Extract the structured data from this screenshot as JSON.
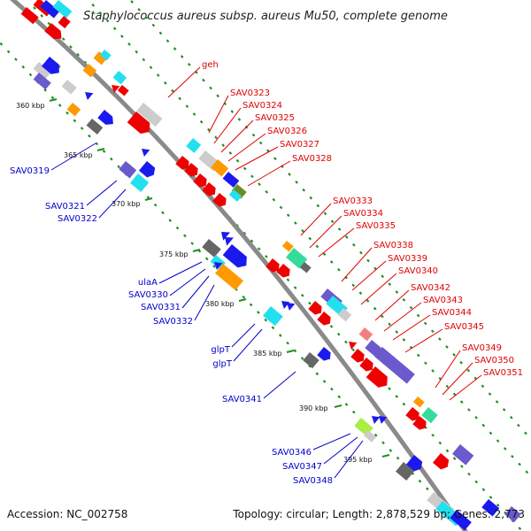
{
  "title": "Staphylococcus aureus subsp. aureus Mu50, complete genome",
  "footer": {
    "accession": "Accession: NC_002758",
    "topology": "Topology: circular; Length: 2,878,529 bp; Genes: 2,773"
  },
  "colors": {
    "backbone": "#8a8a8a",
    "dotted_track": "#1f8f1f",
    "label_red": "#e00000",
    "label_blue": "#0000cc",
    "gene_red": "#ee0000",
    "gene_blue": "#1a1aee",
    "gene_cyan": "#22e0ee",
    "gene_orange": "#ff9900",
    "gene_gray": "#666666",
    "gene_lightgray": "#cccccc",
    "gene_purple": "#6a5acd",
    "gene_olive": "#6b8e23",
    "gene_teal": "#33dd99",
    "gene_pink": "#f08080",
    "gene_lime": "#aaee44"
  },
  "kbp_ticks": [
    "360 kbp",
    "365 kbp",
    "370 kbp",
    "375 kbp",
    "380 kbp",
    "385 kbp",
    "390 kbp",
    "395 kbp"
  ],
  "gene_labels": {
    "red": [
      "geh",
      "SAV0323",
      "SAV0324",
      "SAV0325",
      "SAV0326",
      "SAV0327",
      "SAV0328",
      "SAV0333",
      "SAV0334",
      "SAV0335",
      "SAV0338",
      "SAV0339",
      "SAV0340",
      "SAV0342",
      "SAV0343",
      "SAV0344",
      "SAV0345",
      "SAV0349",
      "SAV0350",
      "SAV0351"
    ],
    "blue": [
      "SAV0319",
      "SAV0321",
      "SAV0322",
      "ulaA",
      "SAV0330",
      "SAV0331",
      "SAV0332",
      "glpT",
      "glpT",
      "SAV0341",
      "SAV0346",
      "SAV0347",
      "SAV0348"
    ]
  }
}
